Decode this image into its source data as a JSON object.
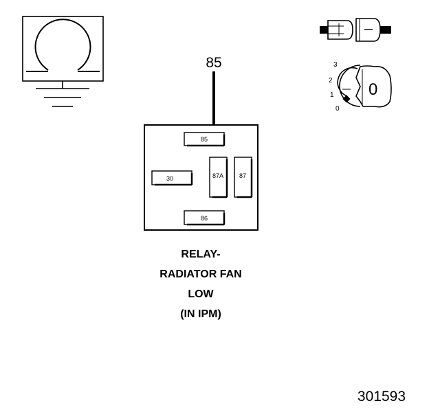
{
  "relay": {
    "callout": "85",
    "pins": {
      "p85": "85",
      "p30": "30",
      "p87a": "87A",
      "p87": "87",
      "p86": "86"
    },
    "caption_lines": [
      "RELAY-",
      "RADIATOR FAN",
      "LOW",
      "(IN IPM)"
    ]
  },
  "ignition": {
    "positions": [
      "3",
      "2",
      "1",
      "0"
    ],
    "key_label": "0"
  },
  "figure_number": "301593",
  "icons": {
    "ground_symbol": "ground-icon",
    "connector_symbol": "connector-icon",
    "ignition_symbol": "ignition-key-icon"
  }
}
